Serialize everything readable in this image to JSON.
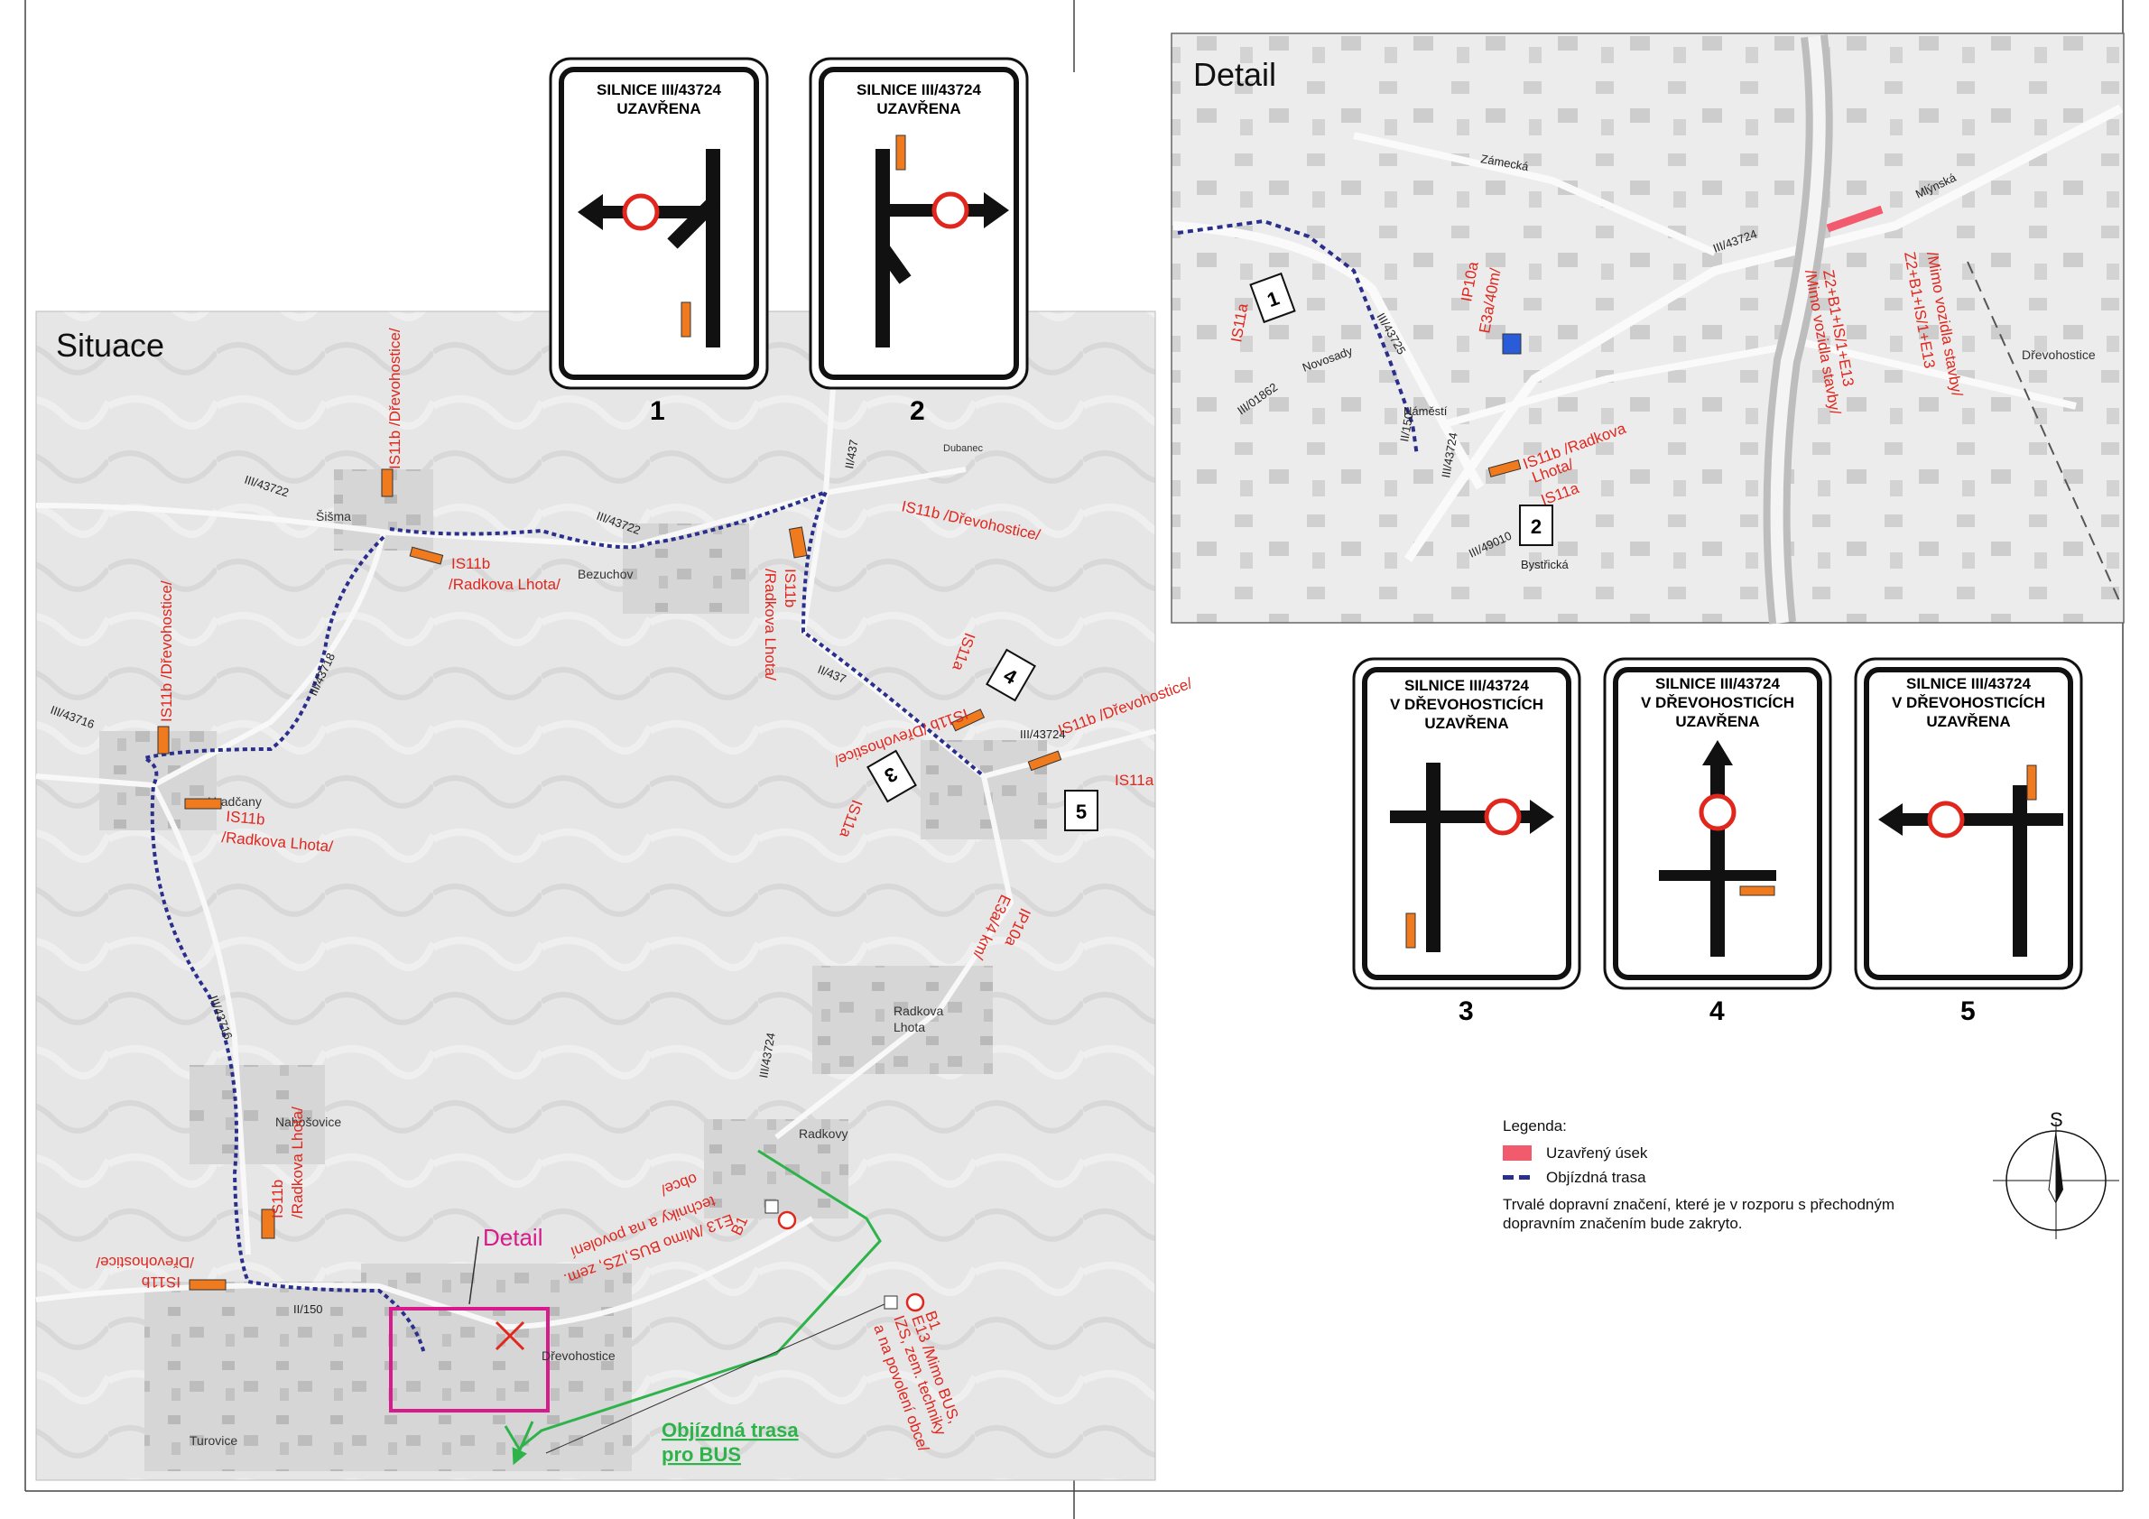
{
  "panels": {
    "situace_title": "Situace",
    "detail_title": "Detail",
    "detail_frame_label": "Detail"
  },
  "signs": [
    {
      "number": "1",
      "title_lines": [
        "SILNICE III/43724",
        "UZAVŘENA"
      ]
    },
    {
      "number": "2",
      "title_lines": [
        "SILNICE III/43724",
        "UZAVŘENA"
      ]
    },
    {
      "number": "3",
      "title_lines": [
        "SILNICE III/43724",
        "V DŘEVOHOSTICÍCH",
        "UZAVŘENA"
      ]
    },
    {
      "number": "4",
      "title_lines": [
        "SILNICE III/43724",
        "V DŘEVOHOSTICÍCH",
        "UZAVŘENA"
      ]
    },
    {
      "number": "5",
      "title_lines": [
        "SILNICE III/43724",
        "V DŘEVOHOSTICÍCH",
        "UZAVŘENA"
      ]
    }
  ],
  "places": {
    "sisma": "Šišma",
    "bezuchov": "Bezuchov",
    "hradcany": "Hradčany",
    "nahosovice": "Nahošovice",
    "turovice": "Turovice",
    "drevohostice": "Dřevohostice",
    "radkova_lhota_1": "Radkova",
    "radkova_lhota_2": "Lhota",
    "radkovy": "Radkovy",
    "dubanec": "Dubanec",
    "detail_drevohostice": "Dřevohostice",
    "detail_namesti": "Náměstí"
  },
  "roads": {
    "r43722_a": "III/43722",
    "r43722_b": "III/43722",
    "r43718": "III/43718",
    "r43716_a": "III/43716",
    "r43716_b": "III/43716",
    "r150": "II/150",
    "r437": "II/437",
    "r437_b": "II/437",
    "r43724_a": "III/43724",
    "r43724_b": "III/43724",
    "detail_43724": "III/43724",
    "detail_43725": "III/43725",
    "detail_01862": "III/01862",
    "detail_150": "II/150",
    "detail_43724_b": "III/43724",
    "detail_49010": "III/49010",
    "detail_mlynska": "Mlýnská",
    "detail_zamecka": "Zámecká",
    "detail_novosady": "Novosady",
    "detail_bystricka": "Bystřická"
  },
  "labels": {
    "sisma_is11b": "IS11b /Dřevohostice/",
    "sisma_is11b_rl_1": "IS11b",
    "sisma_is11b_rl_2": "/Radkova Lhota/",
    "is11b_drevo_437": "IS11b /Dřevohostice/",
    "is11b_rl_437_1": "IS11b",
    "is11b_rl_437_2": "/Radkova Lhota/",
    "hradcany_is11b_drevo": "IS11b /Dřevohostice/",
    "hradcany_is11b_rl_1": "IS11b",
    "hradcany_is11b_rl_2": "/Radkova Lhota/",
    "junction_is11b": "IS11b /Dřevohostice/",
    "junction_is11a": "IS11a",
    "junction_is11b_2": "IS11b /Dřevohostice/",
    "junction_is11a_2": "IS11a",
    "junction_is11a_3": "IS11a",
    "ip10a_1": "IP10a",
    "ip10a_2": "E3a/4 km/",
    "nahos_is11b_1": "IS11b",
    "nahos_is11b_2": "/Radkova Lhota/",
    "turov_is11b_1": "IS11b",
    "turov_is11b_2": "/Dřevohostice/",
    "b1_radkovy_1": "B1",
    "b1_radkovy_2": "E13 /Mimo BUS,IZS, zem.",
    "b1_radkovy_3": "techniky a na povolení",
    "b1_radkovy_4": "obce/",
    "b1_south_1": "B1",
    "b1_south_2": "E13 /Mimo BUS,",
    "b1_south_3": "IZS, zem. techniky",
    "b1_south_4": "a na povolení obce/",
    "bus_route_1": "Objízdná trasa",
    "bus_route_2": "pro BUS",
    "detail_is11a": "IS11a",
    "detail_ip10a_1": "IP10a",
    "detail_ip10a_2": "E3a/40m/",
    "detail_is11b_1": "IS11b /Radkova",
    "detail_is11b_2": "Lhota/",
    "detail_is11b_3": "IS11a",
    "detail_z2_1": "Z2+B1+IS/1+E13",
    "detail_z2_2": "/Mimo vozidla stavby/",
    "detail_z2b_1": "Z2+B1+IS/1+E13",
    "detail_z2b_2": "/Mimo vozidla stavby/"
  },
  "legend": {
    "title": "Legenda:",
    "closed": "Uzavřený úsek",
    "detour": "Objízdná trasa",
    "note_1": "Trvalé dopravní značení, které je v rozporu s přechodným",
    "note_2": "dopravním značením bude zakryto."
  },
  "compass": {
    "label": "S"
  },
  "colors": {
    "closed": "#f25a6e",
    "detour": "#2a2f8c",
    "bus": "#2db34a",
    "label_red": "#e0261d",
    "sign_orange": "#f07a1e",
    "frame_magenta": "#d81b8c"
  }
}
